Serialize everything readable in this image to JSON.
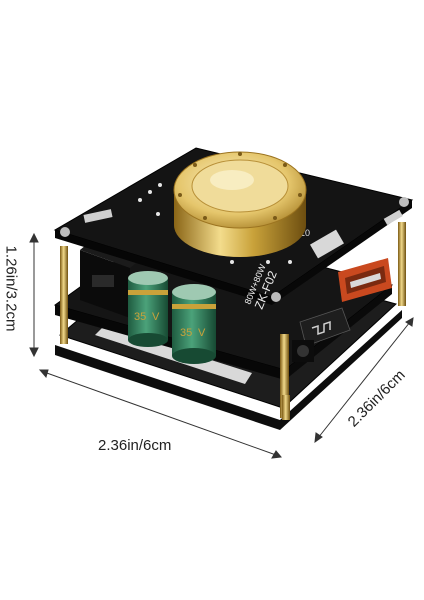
{
  "dimensions": {
    "height_label": "1.26in/3.2cm",
    "width_label": "2.36in/6cm",
    "depth_label": "2.36in/6cm"
  },
  "board": {
    "model": "ZK-F02",
    "power": "80W+80W",
    "cap_value": "35",
    "cap_units": "V",
    "knob_mark": "10"
  },
  "colors": {
    "pcb": "#121212",
    "acrylic": "#1a1a1a",
    "gold": "#c9a23a",
    "gold_light": "#f2df9a",
    "capacitor": "#2f7f5a",
    "usb": "#d0502a"
  }
}
